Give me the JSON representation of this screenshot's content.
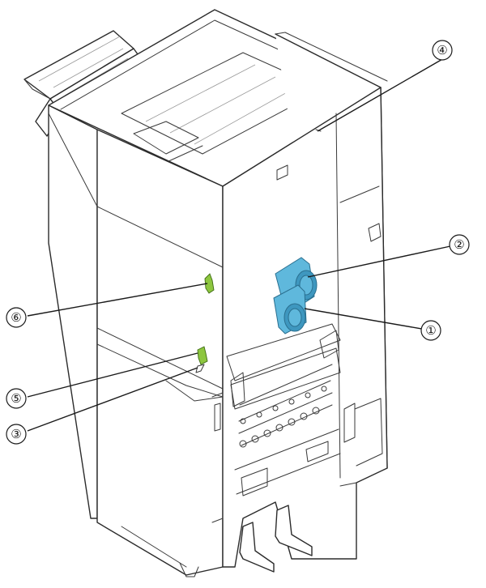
{
  "callouts": [
    {
      "id": "1",
      "label": "①"
    },
    {
      "id": "2",
      "label": "②"
    },
    {
      "id": "3",
      "label": "③"
    },
    {
      "id": "4",
      "label": "④"
    },
    {
      "id": "5",
      "label": "⑤"
    },
    {
      "id": "6",
      "label": "⑥"
    }
  ],
  "colors": {
    "blue_part": "#5fb8dc",
    "green_part": "#8dc63f",
    "line": "#2b2b2b"
  }
}
